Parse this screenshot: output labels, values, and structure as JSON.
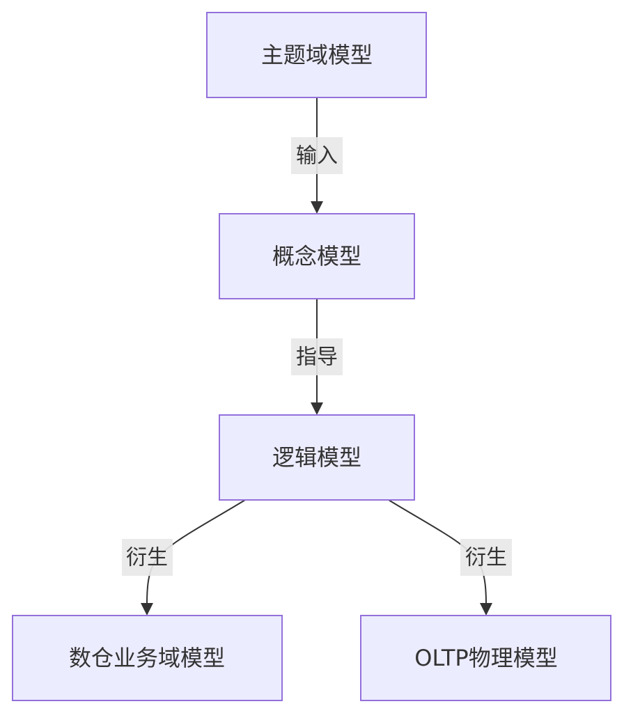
{
  "nodes": {
    "subject_area_model": "主题域模型",
    "conceptual_model": "概念模型",
    "logical_model": "逻辑模型",
    "dw_business_domain_model": "数仓业务域模型",
    "oltp_physical_model": "OLTP物理模型"
  },
  "edges": {
    "input": "输入",
    "guide": "指导",
    "derive_left": "衍生",
    "derive_right": "衍生"
  },
  "colors": {
    "node_fill": "#ECECFF",
    "node_stroke": "#9370DB",
    "edge": "#333333",
    "label_bg": "#E8E8E8"
  }
}
